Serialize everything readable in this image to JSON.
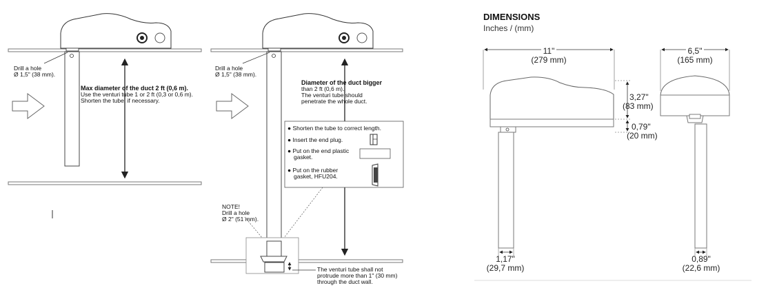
{
  "left": {
    "drill_line1": "Drill a hole",
    "drill_line2": "Ø 1,5\" (38 mm).",
    "max_title": "Max diameter of the duct 2 ft (0,6 m).",
    "max_line2": "Use the venturi tube 1 or 2 ft (0,3 or 0,6 m).",
    "max_line3": "Shorten the tube, if necessary."
  },
  "middle": {
    "drill_line1": "Drill a hole",
    "drill_line2": "Ø 1,5\" (38 mm).",
    "diam_title": "Diameter of the duct bigger",
    "diam_line2": "than 2 ft (0,6 m).",
    "diam_line3": "The venturi tube should",
    "diam_line4": "penetrate the whole duct.",
    "steps": [
      "Shorten the tube to correct length.",
      "Insert the end plug.",
      "Put on the end plastic",
      "gasket.",
      "Put on the rubber",
      "gasket, HFU204."
    ],
    "note_title": "NOTE!",
    "note_line2": "Drill a hole",
    "note_line3": "Ø 2\" (51 mm).",
    "protrude_line1": "The venturi tube shall not",
    "protrude_line2": "protrude more than 1\" (30 mm)",
    "protrude_line3": "through the duct wall."
  },
  "dimensions": {
    "title": "DIMENSIONS",
    "subtitle": "Inches / (mm)",
    "width_in": "11\"",
    "width_mm": "(279 mm)",
    "depth_in": "6,5\"",
    "depth_mm": "(165 mm)",
    "height_in": "3,27\"",
    "height_mm": "(83 mm)",
    "collar_in": "0,79\"",
    "collar_mm": "(20 mm)",
    "tube_in": "1,17\"",
    "tube_mm": "(29,7 mm)",
    "tube2_in": "0,89\"",
    "tube2_mm": "(22,6 mm)"
  },
  "colors": {
    "line": "#222222",
    "light": "#cfcfcf",
    "duct": "#999999"
  }
}
